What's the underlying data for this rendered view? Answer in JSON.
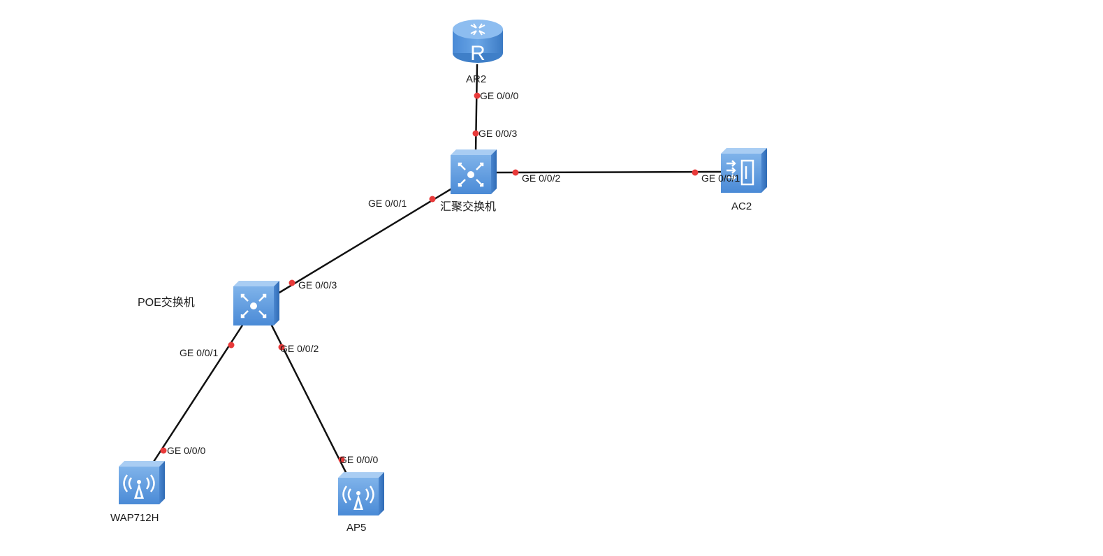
{
  "diagram": {
    "colors": {
      "link": "#111111",
      "port_dot": "#e83a3a",
      "device_fill": "#5b9be0",
      "device_side": "#3f7fc8",
      "device_top": "#8dbdf0"
    },
    "devices": [
      {
        "id": "ar2",
        "label": "AR2",
        "type": "router",
        "icon": "router-icon"
      },
      {
        "id": "agg",
        "label": "汇聚交换机",
        "type": "switch",
        "icon": "switch-icon"
      },
      {
        "id": "ac2",
        "label": "AC2",
        "type": "access-controller",
        "icon": "access-controller-icon"
      },
      {
        "id": "poe",
        "label": "POE交换机",
        "type": "switch",
        "icon": "switch-icon"
      },
      {
        "id": "wap",
        "label": "WAP712H",
        "type": "access-point",
        "icon": "wireless-ap-icon"
      },
      {
        "id": "ap5",
        "label": "AP5",
        "type": "access-point",
        "icon": "wireless-ap-icon"
      }
    ],
    "links": [
      {
        "from": "ar2",
        "from_port": "GE 0/0/0",
        "to": "agg",
        "to_port": "GE 0/0/3"
      },
      {
        "from": "agg",
        "from_port": "GE 0/0/2",
        "to": "ac2",
        "to_port": "GE 0/0/1"
      },
      {
        "from": "agg",
        "from_port": "GE 0/0/1",
        "to": "poe",
        "to_port": "GE 0/0/3"
      },
      {
        "from": "poe",
        "from_port": "GE 0/0/1",
        "to": "wap",
        "to_port": "GE 0/0/0"
      },
      {
        "from": "poe",
        "from_port": "GE 0/0/2",
        "to": "ap5",
        "to_port": "GE 0/0/0"
      }
    ]
  }
}
